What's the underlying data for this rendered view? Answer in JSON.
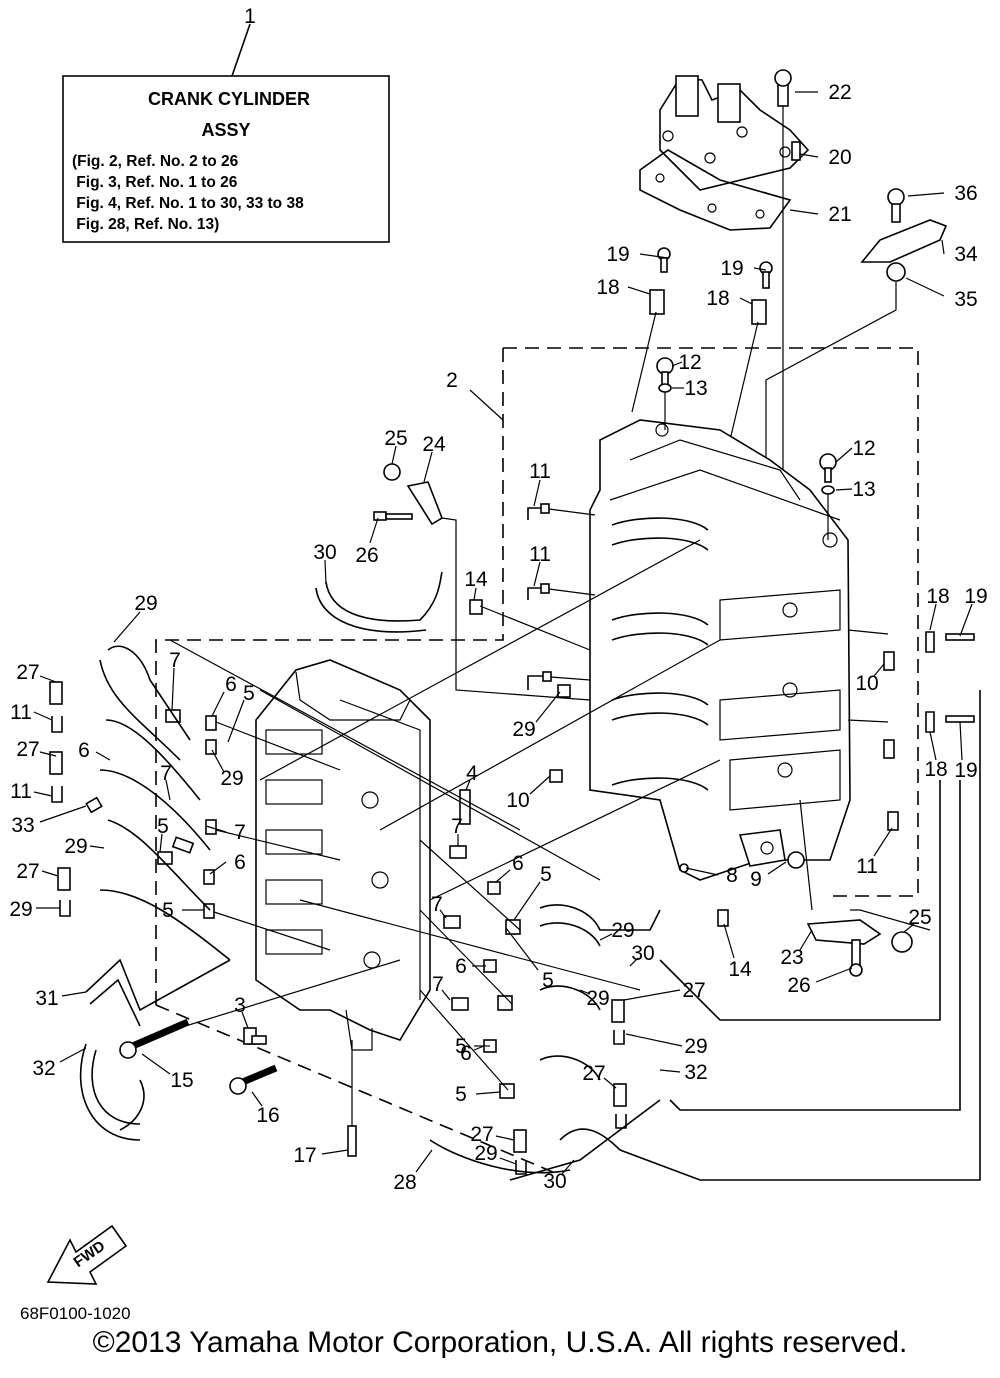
{
  "title_box": {
    "ref_number": "1",
    "line1": "CRANK CYLINDER",
    "line2": "ASSY",
    "notes": [
      "(Fig. 2, Ref. No. 2 to 26",
      " Fig. 3, Ref. No. 1 to 26",
      " Fig. 4, Ref. No. 1 to 30, 33 to 38",
      " Fig. 28, Ref. No. 13)"
    ]
  },
  "callouts": [
    "22",
    "20",
    "21",
    "36",
    "34",
    "35",
    "19",
    "18",
    "19",
    "18",
    "2",
    "12",
    "13",
    "12",
    "13",
    "25",
    "24",
    "26",
    "11",
    "11",
    "30",
    "14",
    "29",
    "18",
    "19",
    "27",
    "7",
    "6",
    "5",
    "11",
    "10",
    "29",
    "27",
    "6",
    "7",
    "29",
    "11",
    "18",
    "19",
    "10",
    "33",
    "4",
    "7",
    "29",
    "5",
    "7",
    "6",
    "5",
    "6",
    "8",
    "9",
    "11",
    "27",
    "5",
    "25",
    "29",
    "29",
    "7",
    "14",
    "23",
    "26",
    "30",
    "6",
    "5",
    "31",
    "27",
    "3",
    "7",
    "29",
    "32",
    "15",
    "5",
    "16",
    "6",
    "27",
    "32",
    "29",
    "5",
    "17",
    "27",
    "29",
    "30",
    "28"
  ],
  "fwd_label": "FWD",
  "drawing_code": "68F0100-1020",
  "copyright": "©2013 Yamaha Motor Corporation, U.S.A. All rights reserved."
}
